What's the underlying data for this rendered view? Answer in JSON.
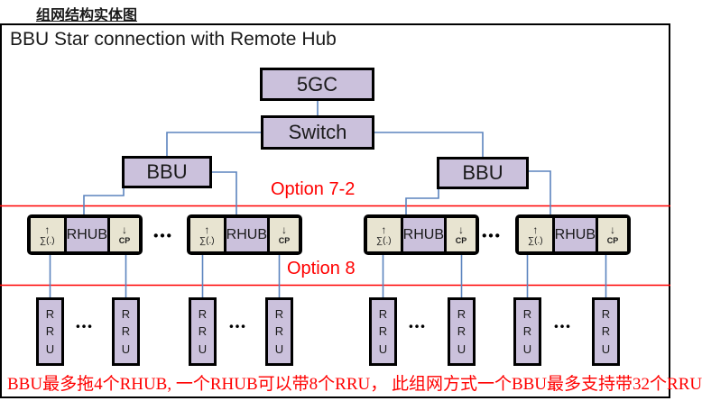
{
  "page": {
    "tab_title": "组网结构实体图",
    "heading": "BBU Star connection with Remote Hub",
    "footnote": "BBU最多拖4个RHUB, 一个RHUB可以带8个RRU， 此组网方式一个BBU最多支持带32个RRU"
  },
  "nodes": {
    "core": "5GC",
    "switch": "Switch",
    "bbu_left": "BBU",
    "bbu_right": "BBU"
  },
  "options": {
    "option_7_2": "Option 7-2",
    "option_8": "Option 8"
  },
  "rhub": {
    "up_arrow": "↑",
    "sum": "∑(.)",
    "name": "RHUB",
    "down_arrow": "↓",
    "cp": "CP"
  },
  "rru": {
    "letters": [
      "R",
      "R",
      "U"
    ]
  },
  "dots": "•••",
  "colors": {
    "node_fill": "#cbc1dc",
    "cell_fill": "#e8e4d1",
    "connector": "#5b84be",
    "accent_red": "#ff0000",
    "border": "#000000"
  }
}
